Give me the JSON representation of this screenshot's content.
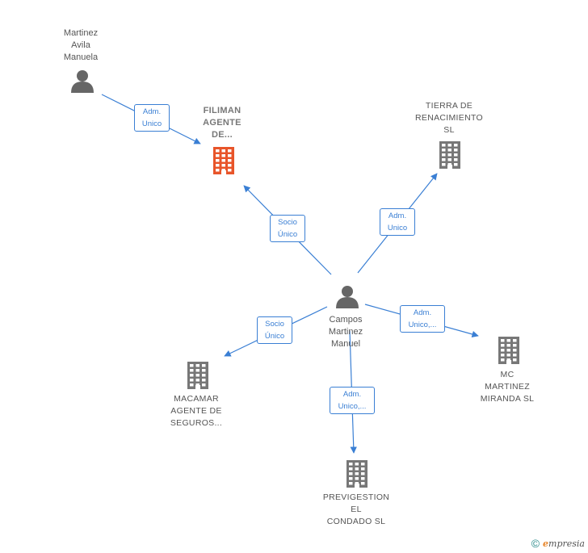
{
  "nodes": [
    {
      "id": "martinez",
      "type": "person",
      "label": "Martinez\nAvila\nManuela"
    },
    {
      "id": "filiman",
      "type": "company",
      "focus": true,
      "label": "FILIMAN\nAGENTE\nDE..."
    },
    {
      "id": "tierra",
      "type": "company",
      "label": "TIERRA DE\nRENACIMIENTO\nSL"
    },
    {
      "id": "campos",
      "type": "person",
      "label": "Campos\nMartinez\nManuel"
    },
    {
      "id": "macamar",
      "type": "company",
      "label": "MACAMAR\nAGENTE DE\nSEGUROS..."
    },
    {
      "id": "mc",
      "type": "company",
      "label": "MC\nMARTINEZ\nMIRANDA SL"
    },
    {
      "id": "previgestion",
      "type": "company",
      "label": "PREVIGESTION\nEL\nCONDADO  SL"
    }
  ],
  "edges": [
    {
      "from": "martinez",
      "to": "filiman",
      "label": "Adm.\nUnico"
    },
    {
      "from": "campos",
      "to": "filiman",
      "label": "Socio\nÚnico"
    },
    {
      "from": "campos",
      "to": "tierra",
      "label": "Adm.\nUnico"
    },
    {
      "from": "campos",
      "to": "macamar",
      "label": "Socio\nÚnico"
    },
    {
      "from": "campos",
      "to": "mc",
      "label": "Adm.\nUnico,..."
    },
    {
      "from": "campos",
      "to": "previgestion",
      "label": "Adm.\nUnico,..."
    }
  ],
  "colors": {
    "edge": "#3a7fd4",
    "company": "#777777",
    "focus_company": "#e8552a",
    "person": "#666666"
  },
  "footer": {
    "copyright": "©",
    "brand_initial": "e",
    "brand_rest": "mpresia"
  }
}
